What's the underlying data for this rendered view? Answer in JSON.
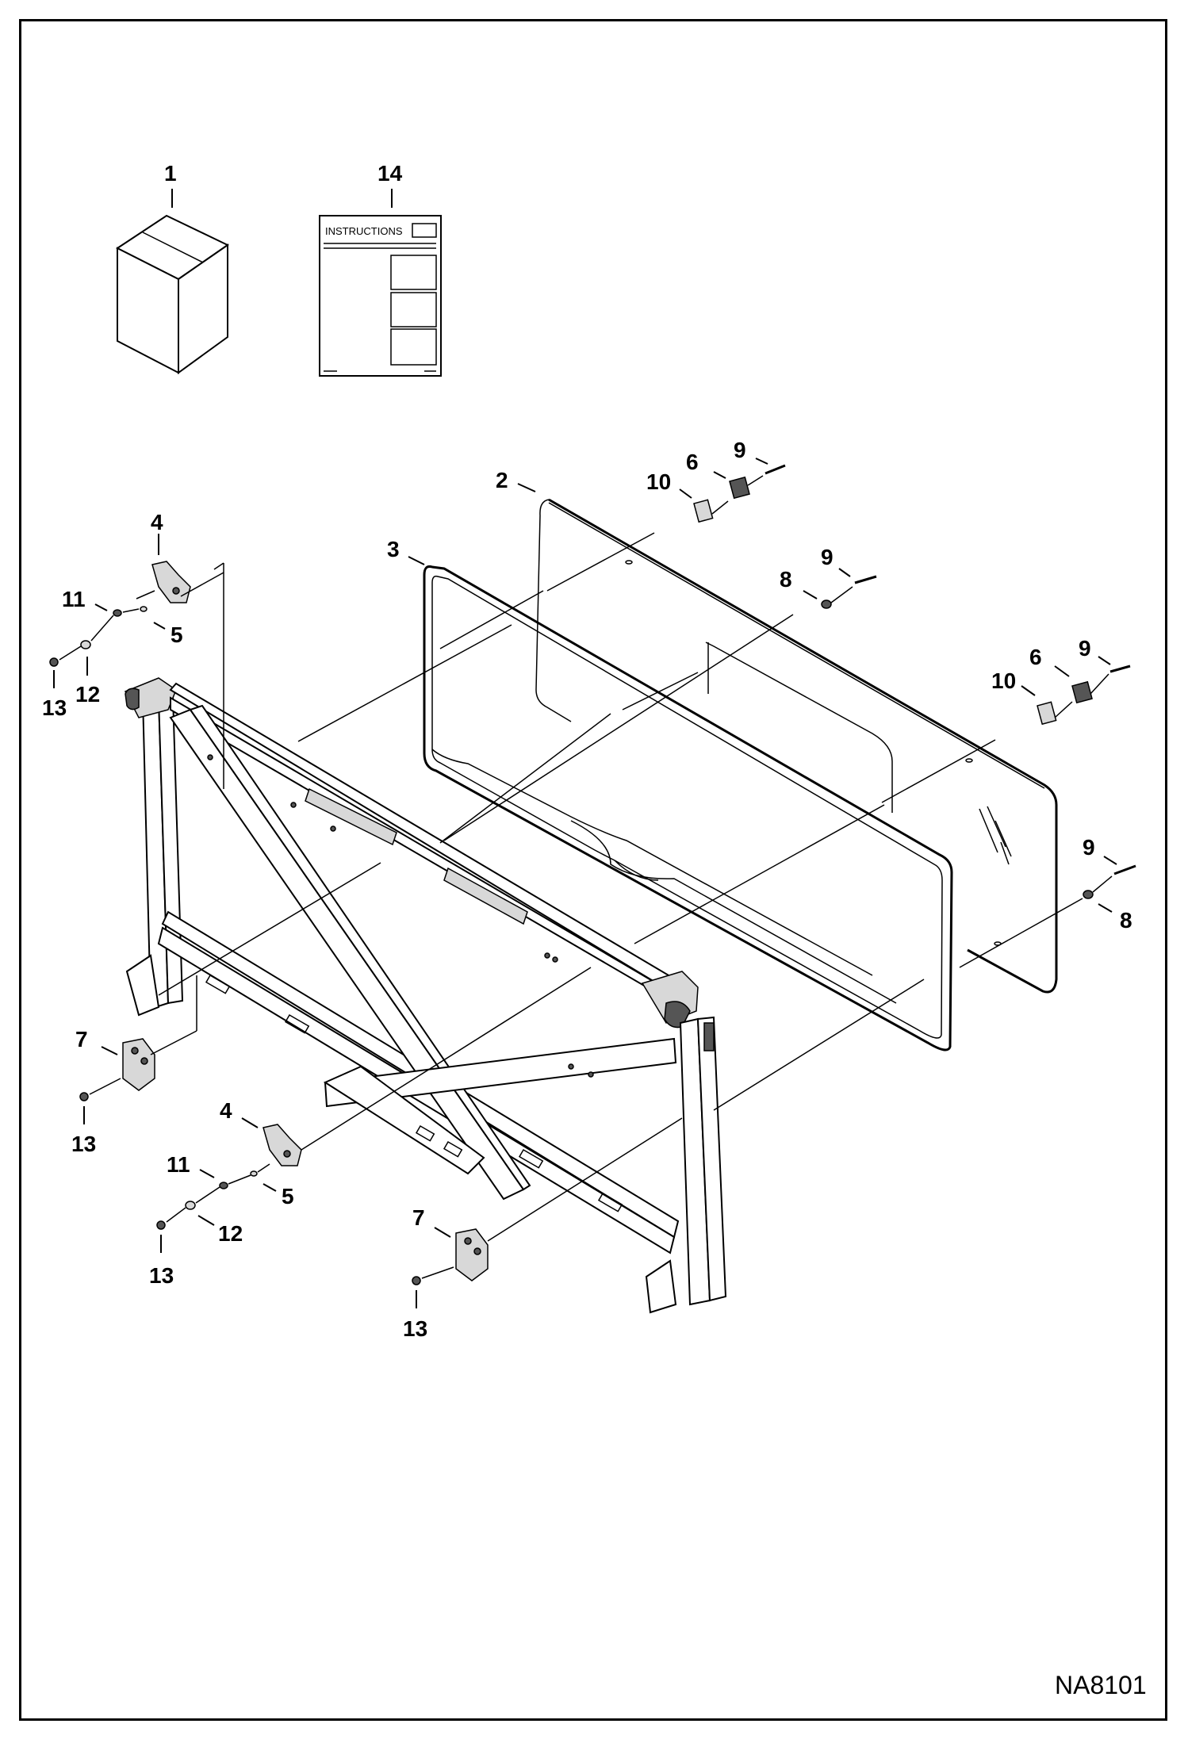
{
  "reference_code": "NA8101",
  "instruction_sheet_title": "INSTRUCTIONS",
  "callouts": {
    "c1": "1",
    "c14": "14",
    "c2": "2",
    "c3": "3",
    "c4a": "4",
    "c4b": "4",
    "c5a": "5",
    "c5b": "5",
    "c6a": "6",
    "c6b": "6",
    "c7a": "7",
    "c7b": "7",
    "c8a": "8",
    "c8b": "8",
    "c9a": "9",
    "c9b": "9",
    "c9c": "9",
    "c9d": "9",
    "c10a": "10",
    "c10b": "10",
    "c11a": "11",
    "c11b": "11",
    "c12a": "12",
    "c12b": "12",
    "c13a": "13",
    "c13b": "13",
    "c13c": "13",
    "c13d": "13"
  }
}
